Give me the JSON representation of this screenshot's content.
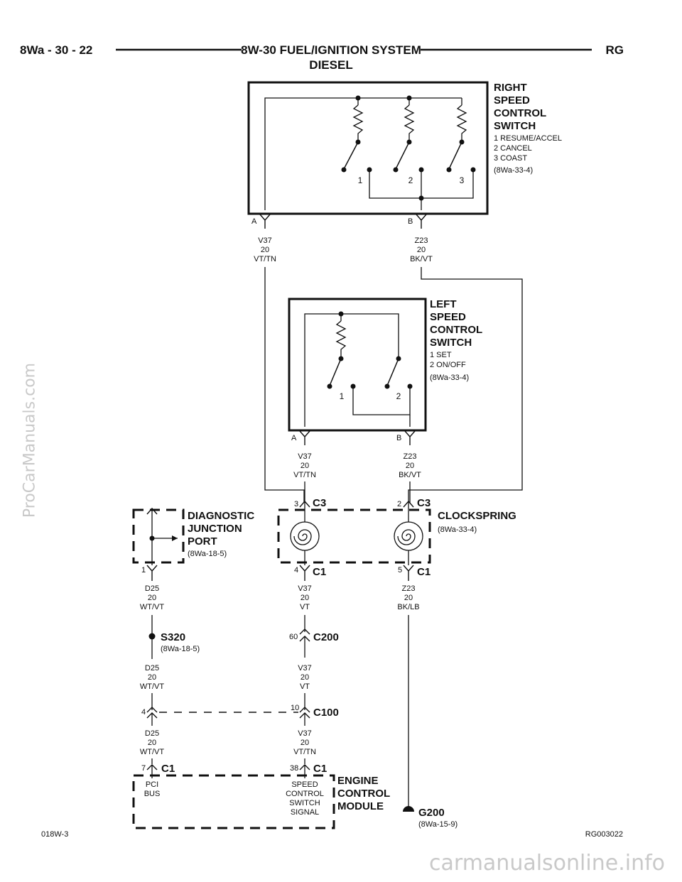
{
  "header": {
    "page_ref": "8Wa - 30 - 22",
    "title": "8W-30 FUEL/IGNITION SYSTEM",
    "subtitle": "DIESEL",
    "model": "RG"
  },
  "right_switch": {
    "title_lines": [
      "RIGHT",
      "SPEED",
      "CONTROL",
      "SWITCH"
    ],
    "legend": [
      "1 RESUME/ACCEL",
      "2 CANCEL",
      "3 COAST"
    ],
    "ref": "(8Wa-33-4)",
    "contacts": [
      "1",
      "2",
      "3"
    ],
    "pin_a": "A",
    "pin_b": "B",
    "wire_a": [
      "V37",
      "20",
      "VT/TN"
    ],
    "wire_b": [
      "Z23",
      "20",
      "BK/VT"
    ]
  },
  "left_switch": {
    "title_lines": [
      "LEFT",
      "SPEED",
      "CONTROL",
      "SWITCH"
    ],
    "legend": [
      "1 SET",
      "2 ON/OFF"
    ],
    "ref": "(8Wa-33-4)",
    "contacts": [
      "1",
      "2"
    ],
    "pin_a": "A",
    "pin_b": "B",
    "wire_a": [
      "V37",
      "20",
      "VT/TN"
    ],
    "wire_b": [
      "Z23",
      "20",
      "BK/VT"
    ]
  },
  "clockspring": {
    "title": "CLOCKSPRING",
    "ref": "(8Wa-33-4)",
    "top_pin_left": "3",
    "top_pin_right": "2",
    "top_conn": "C3",
    "bottom_pin_left": "4",
    "bottom_pin_right": "5",
    "bottom_conn": "C1",
    "wire_left": [
      "V37",
      "20",
      "VT"
    ],
    "wire_right": [
      "Z23",
      "20",
      "BK/LB"
    ]
  },
  "diagnostic_port": {
    "title_lines": [
      "DIAGNOSTIC",
      "JUNCTION",
      "PORT"
    ],
    "ref": "(8Wa-18-5)",
    "pin": "1",
    "wire": [
      "D25",
      "20",
      "WT/VT"
    ]
  },
  "splice": {
    "name": "S320",
    "ref": "(8Wa-18-5)",
    "wire": [
      "D25",
      "20",
      "WT/VT"
    ]
  },
  "c200": {
    "name": "C200",
    "pin": "60",
    "wire": [
      "V37",
      "20",
      "VT"
    ]
  },
  "c100": {
    "name": "C100",
    "pin_left": "4",
    "pin_right": "10",
    "wire_left": [
      "D25",
      "20",
      "WT/VT"
    ],
    "wire_right": [
      "V37",
      "20",
      "VT/TN"
    ]
  },
  "ecm": {
    "title_lines": [
      "ENGINE",
      "CONTROL",
      "MODULE"
    ],
    "conn": "C1",
    "pin_left": "7",
    "pin_right": "38",
    "left_func": [
      "PCI",
      "BUS"
    ],
    "right_func": [
      "SPEED",
      "CONTROL",
      "SWITCH",
      "SIGNAL"
    ]
  },
  "ground": {
    "name": "G200",
    "ref": "(8Wa-15-9)"
  },
  "footer": {
    "left": "018W-3",
    "right": "RG003022"
  },
  "watermarks": {
    "side": "ProCarManuals.com",
    "bottom": "carmanualsonline.info"
  }
}
